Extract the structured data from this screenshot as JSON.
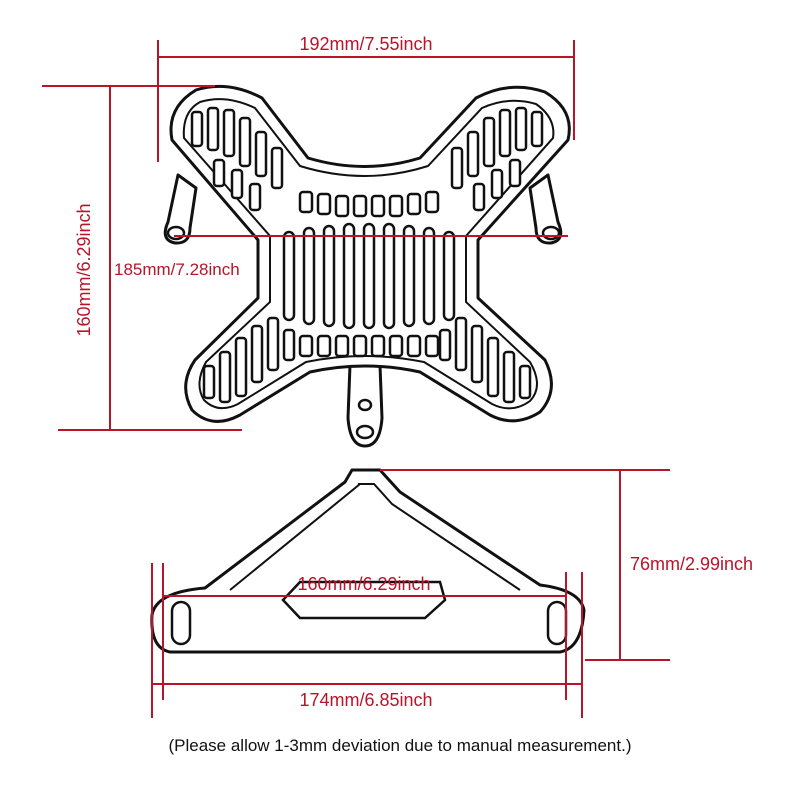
{
  "dimensions": {
    "top_width": "192mm/7.55inch",
    "top_height": "160mm/6.29inch",
    "top_mount_span": "185mm/7.28inch",
    "bracket_height": "76mm/2.99inch",
    "bracket_inner": "160mm/6.29inch",
    "bracket_width": "174mm/6.85inch"
  },
  "note": "(Please allow 1-3mm deviation due to manual measurement.)",
  "colors": {
    "dimension": "#b8142a",
    "outline": "#111111",
    "background": "#ffffff"
  }
}
